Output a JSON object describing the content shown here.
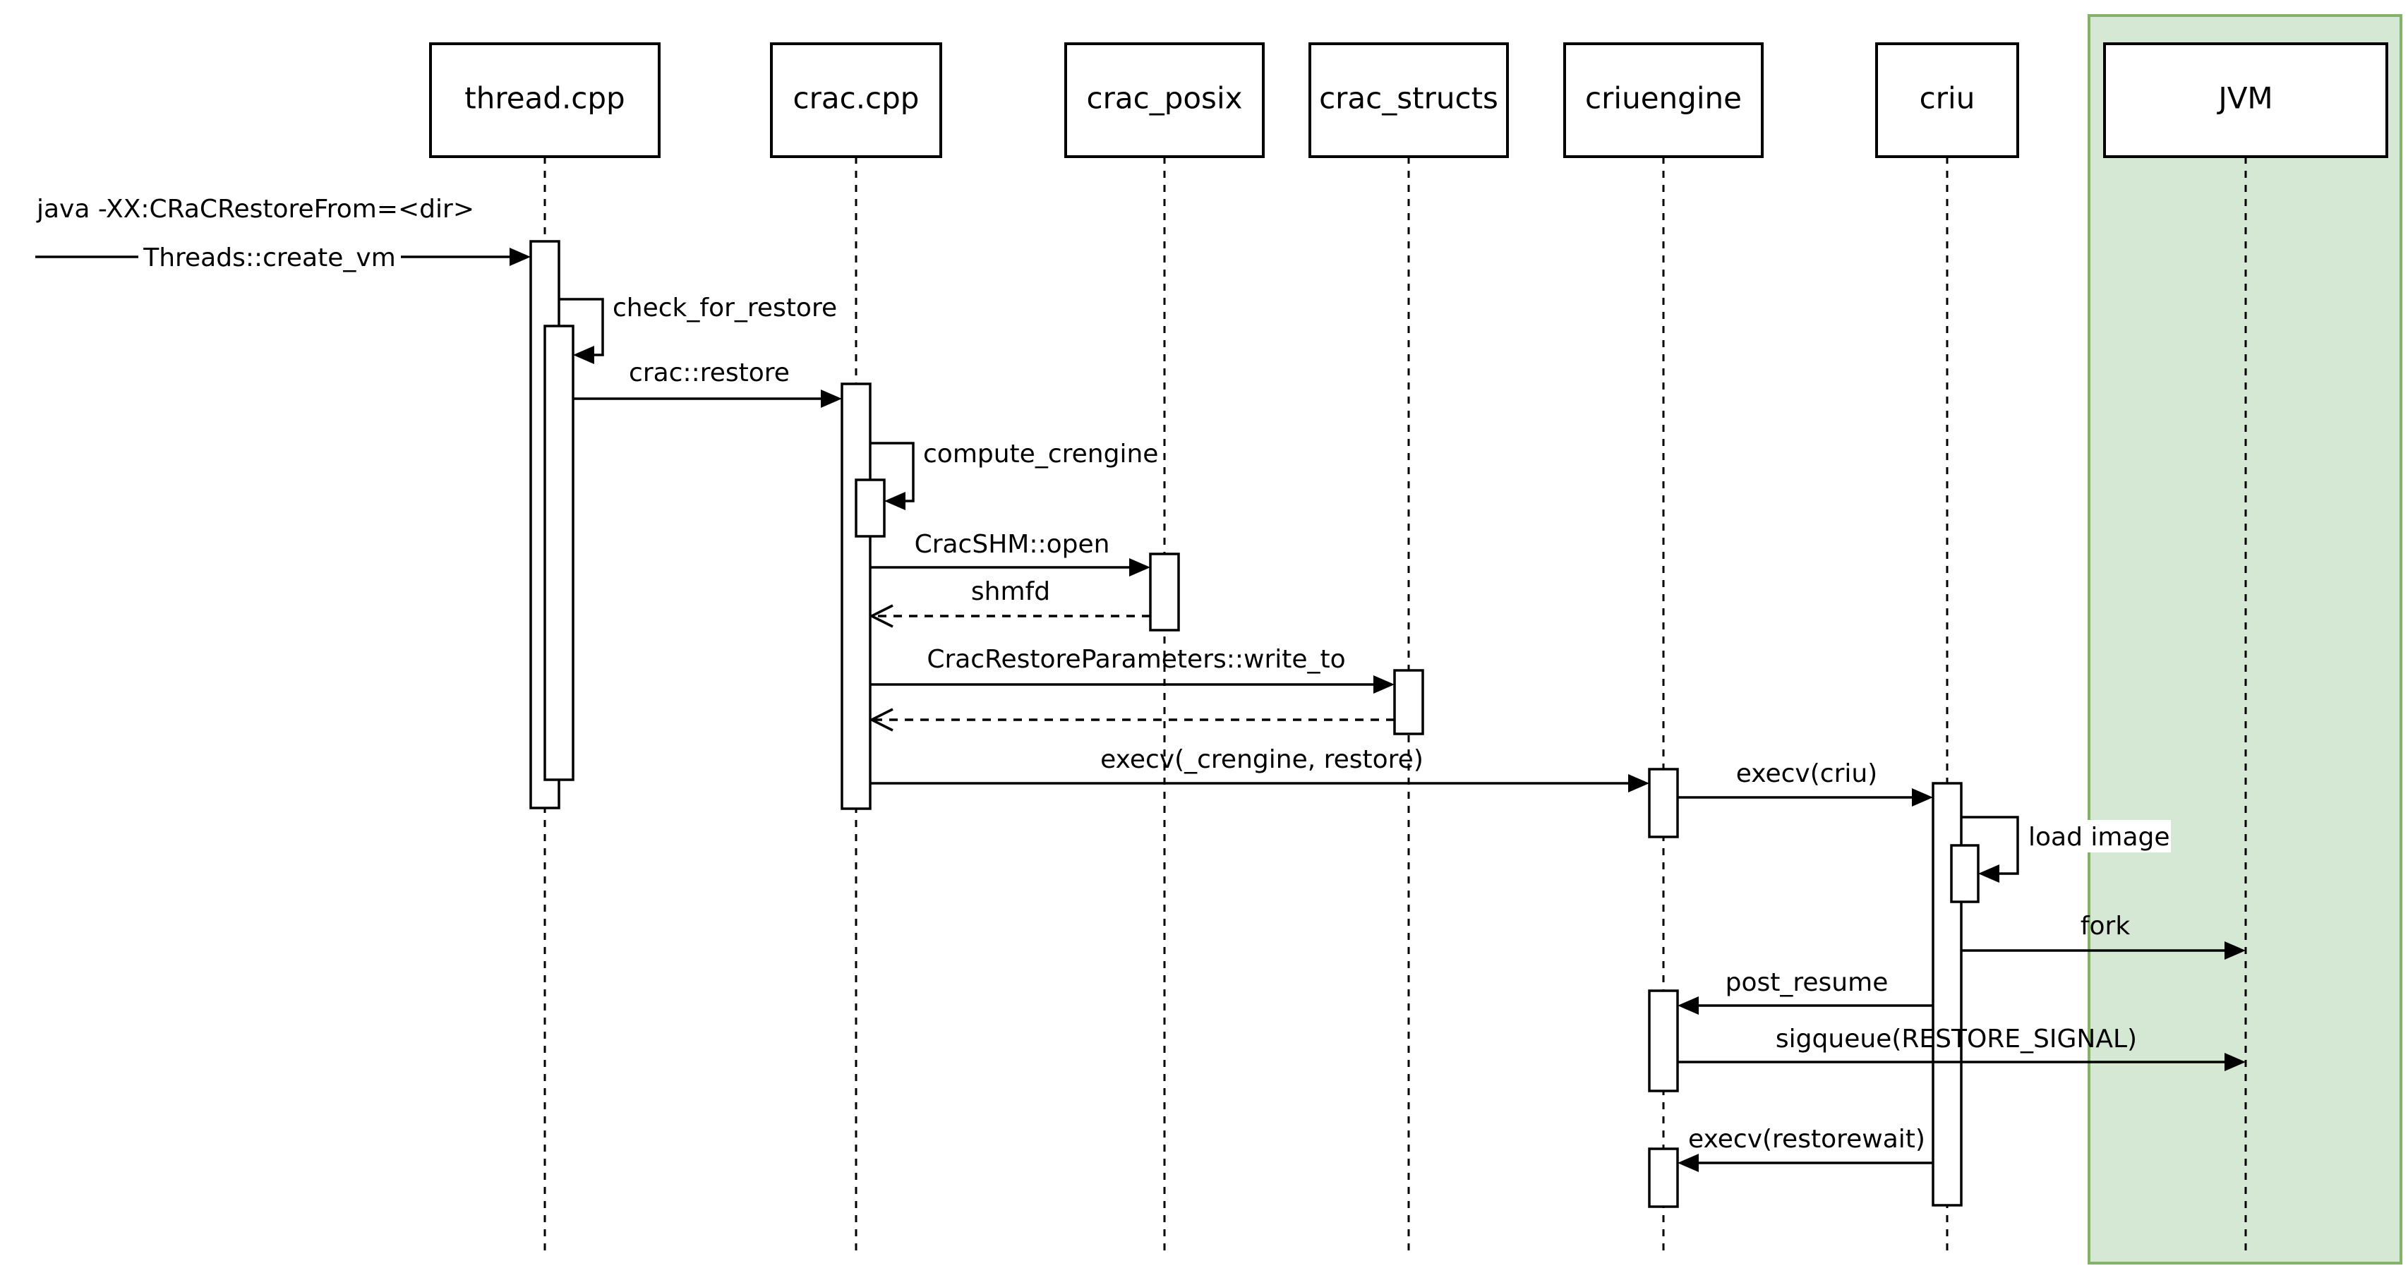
{
  "participants": [
    {
      "id": "thread",
      "label": "thread.cpp"
    },
    {
      "id": "crac",
      "label": "crac.cpp"
    },
    {
      "id": "posix",
      "label": "crac_posix"
    },
    {
      "id": "structs",
      "label": "crac_structs"
    },
    {
      "id": "criuengine",
      "label": "criuengine"
    },
    {
      "id": "criu",
      "label": "criu"
    },
    {
      "id": "jvm",
      "label": "JVM"
    }
  ],
  "entry": {
    "command": "java -XX:CRaCRestoreFrom=<dir>",
    "call": "Threads::create_vm"
  },
  "messages": [
    {
      "id": "check_for_restore",
      "label": "check_for_restore",
      "from": "thread",
      "to": "thread",
      "kind": "self"
    },
    {
      "id": "crac_restore",
      "label": "crac::restore",
      "from": "thread",
      "to": "crac",
      "kind": "sync"
    },
    {
      "id": "compute_crengine",
      "label": "compute_crengine",
      "from": "crac",
      "to": "crac",
      "kind": "self"
    },
    {
      "id": "shm_open",
      "label": "CracSHM::open",
      "from": "crac",
      "to": "posix",
      "kind": "sync"
    },
    {
      "id": "shmfd",
      "label": "shmfd",
      "from": "posix",
      "to": "crac",
      "kind": "return"
    },
    {
      "id": "write_to",
      "label": "CracRestoreParameters::write_to",
      "from": "crac",
      "to": "structs",
      "kind": "sync"
    },
    {
      "id": "write_to_return",
      "label": "",
      "from": "structs",
      "to": "crac",
      "kind": "return"
    },
    {
      "id": "execv_crengine",
      "label": "execv(_crengine, restore)",
      "from": "crac",
      "to": "criuengine",
      "kind": "sync"
    },
    {
      "id": "execv_criu",
      "label": "execv(criu)",
      "from": "criuengine",
      "to": "criu",
      "kind": "sync"
    },
    {
      "id": "load_image",
      "label": "load image",
      "from": "criu",
      "to": "criu",
      "kind": "self"
    },
    {
      "id": "fork",
      "label": "fork",
      "from": "criu",
      "to": "jvm",
      "kind": "sync"
    },
    {
      "id": "post_resume",
      "label": "post_resume",
      "from": "criu",
      "to": "criuengine",
      "kind": "sync"
    },
    {
      "id": "sigqueue",
      "label": "sigqueue(RESTORE_SIGNAL)",
      "from": "criuengine",
      "to": "jvm",
      "kind": "sync"
    },
    {
      "id": "execv_restorewait",
      "label": "execv(restorewait)",
      "from": "criu",
      "to": "criuengine",
      "kind": "sync"
    }
  ],
  "colors": {
    "jvm_frame_fill": "#d5e8d4",
    "jvm_frame_stroke": "#82b366",
    "line": "#000000"
  }
}
